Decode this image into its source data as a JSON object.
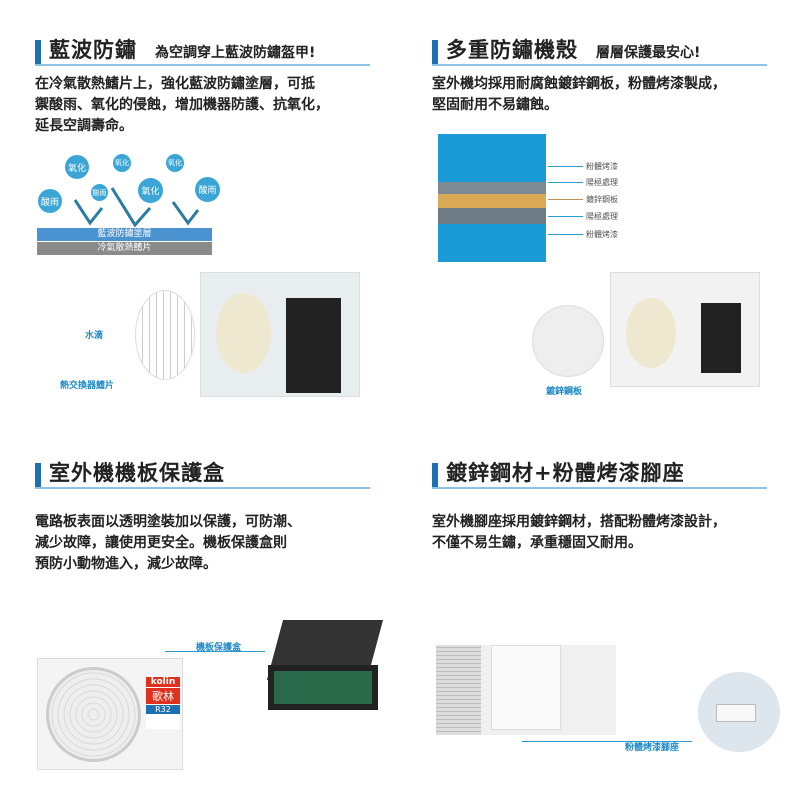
{
  "sections": [
    {
      "title": "藍波防鏽",
      "subtitle": "為空調穿上藍波防鏽盔甲!",
      "body": [
        "在冷氣散熱鰭片上，強化藍波防鏽塗層，可抵",
        "禦酸雨、氧化的侵蝕，增加機器防護、抗氧化，",
        "延長空調壽命。"
      ],
      "diagram": {
        "bubbles": [
          "氧化",
          "氧化",
          "氧化",
          "酸雨",
          "酸雨",
          "氧化",
          "酸雨"
        ],
        "layer_top": "藍波防鏽塗層",
        "layer_bottom": "冷氣散熱鰭片"
      },
      "labels": {
        "drop": "水滴",
        "fin": "熱交換器鰭片"
      }
    },
    {
      "title": "多重防鏽機殼",
      "subtitle": "層層保護最安心!",
      "body": [
        "室外機均採用耐腐蝕鍍鋅鋼板，粉體烤漆製成，",
        "堅固耐用不易鏽蝕。"
      ],
      "layers": [
        "粉體烤漆",
        "陽極處理",
        "鍍鋅鋼板",
        "陽極處理",
        "粉體烤漆"
      ],
      "label": "鍍鋅鋼板"
    },
    {
      "title": "室外機機板保護盒",
      "body": [
        "電路板表面以透明塗裝加以保護，可防潮、",
        "減少故障，讓使用更安全。機板保護盒則",
        "預防小動物進入，減少故障。"
      ],
      "label": "機板保護盒",
      "brand": {
        "logo": "kolin",
        "cn": "歌林",
        "badge": "R32"
      }
    },
    {
      "title": "鍍鋅鋼材+粉體烤漆腳座",
      "body": [
        "室外機腳座採用鍍鋅鋼材，搭配粉體烤漆設計，",
        "不僅不易生鏽，承重穩固又耐用。"
      ],
      "label": "粉體烤漆腳座"
    }
  ],
  "colors": {
    "accent": "#1f6fb5",
    "bubble": "#3ba6d6",
    "layer_blue": "#1a9ad6",
    "layer_gray": "#7d8a93",
    "layer_gold": "#d9a955"
  }
}
